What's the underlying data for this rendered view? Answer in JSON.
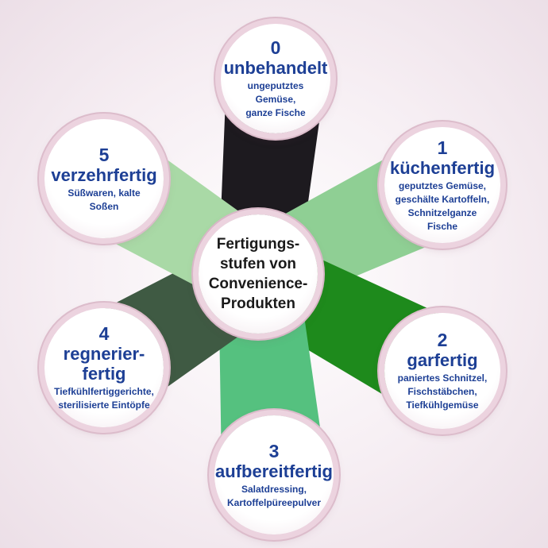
{
  "center": {
    "text": "Fertigungs-\nstufen von\nConvenience-\nProdukten"
  },
  "stages": [
    {
      "number": "0",
      "title": "unbehandelt",
      "desc": "ungeputztes Gemüse,\nganze Fische",
      "color": "#1d1a1f"
    },
    {
      "number": "1",
      "title": "küchenfertig",
      "desc": "geputztes Gemüse,\ngeschälte Kartoffeln,\nSchnitzelganze Fische",
      "color": "#8fcf94"
    },
    {
      "number": "2",
      "title": "garfertig",
      "desc": "paniertes Schnitzel,\nFischstäbchen,\nTiefkühlgemüse",
      "color": "#1e8a1c"
    },
    {
      "number": "3",
      "title": "aufbereitfertig",
      "desc": "Salatdressing,\nKartoffelpüreepulver",
      "color": "#55c17f"
    },
    {
      "number": "4",
      "title": "regnerier-\nfertig",
      "desc": "Tiefkühlfertiggerichte,\nsterilisierte Eintöpfe",
      "color": "#3f5a43"
    },
    {
      "number": "5",
      "title": "verzehrfertig",
      "desc": "Süßwaren, kalte Soßen",
      "color": "#a9d9a6"
    }
  ]
}
